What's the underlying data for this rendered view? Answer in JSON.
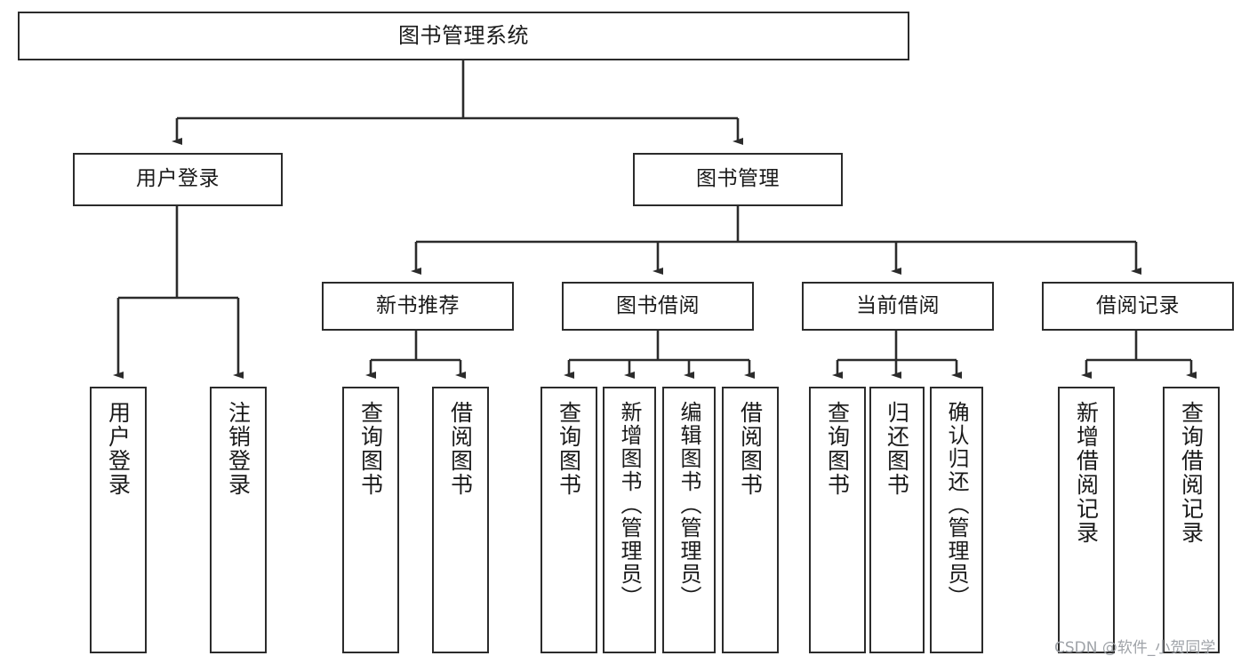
{
  "diagram": {
    "title": "图书管理系统",
    "type": "tree-hierarchy",
    "style": {
      "box_border_color": "#2b2b2b",
      "box_fill_color": "#ffffff",
      "line_color": "#2b2b2b",
      "text_color": "#1a1a1a",
      "background_color": "#ffffff",
      "watermark_color": "#9fa3a8"
    },
    "root": {
      "label": "图书管理系统"
    },
    "level2": [
      {
        "label": "用户登录"
      },
      {
        "label": "图书管理"
      }
    ],
    "level3": [
      {
        "label": "新书推荐"
      },
      {
        "label": "图书借阅"
      },
      {
        "label": "当前借阅"
      },
      {
        "label": "借阅记录"
      }
    ],
    "leaves": {
      "user_login": [
        {
          "label": "用户登录"
        },
        {
          "label": "注销登录"
        }
      ],
      "new_book_recommend": [
        {
          "label": "查询图书"
        },
        {
          "label": "借阅图书"
        }
      ],
      "book_borrow": [
        {
          "label": "查询图书"
        },
        {
          "label": "新增图书（管理员）"
        },
        {
          "label": "编辑图书（管理员）"
        },
        {
          "label": "借阅图书"
        }
      ],
      "current_borrow": [
        {
          "label": "查询图书"
        },
        {
          "label": "归还图书"
        },
        {
          "label": "确认归还（管理员）"
        }
      ],
      "borrow_record": [
        {
          "label": "新增借阅记录"
        },
        {
          "label": "查询借阅记录"
        }
      ]
    }
  },
  "watermark": {
    "text": "CSDN @软件_小贺同学"
  }
}
